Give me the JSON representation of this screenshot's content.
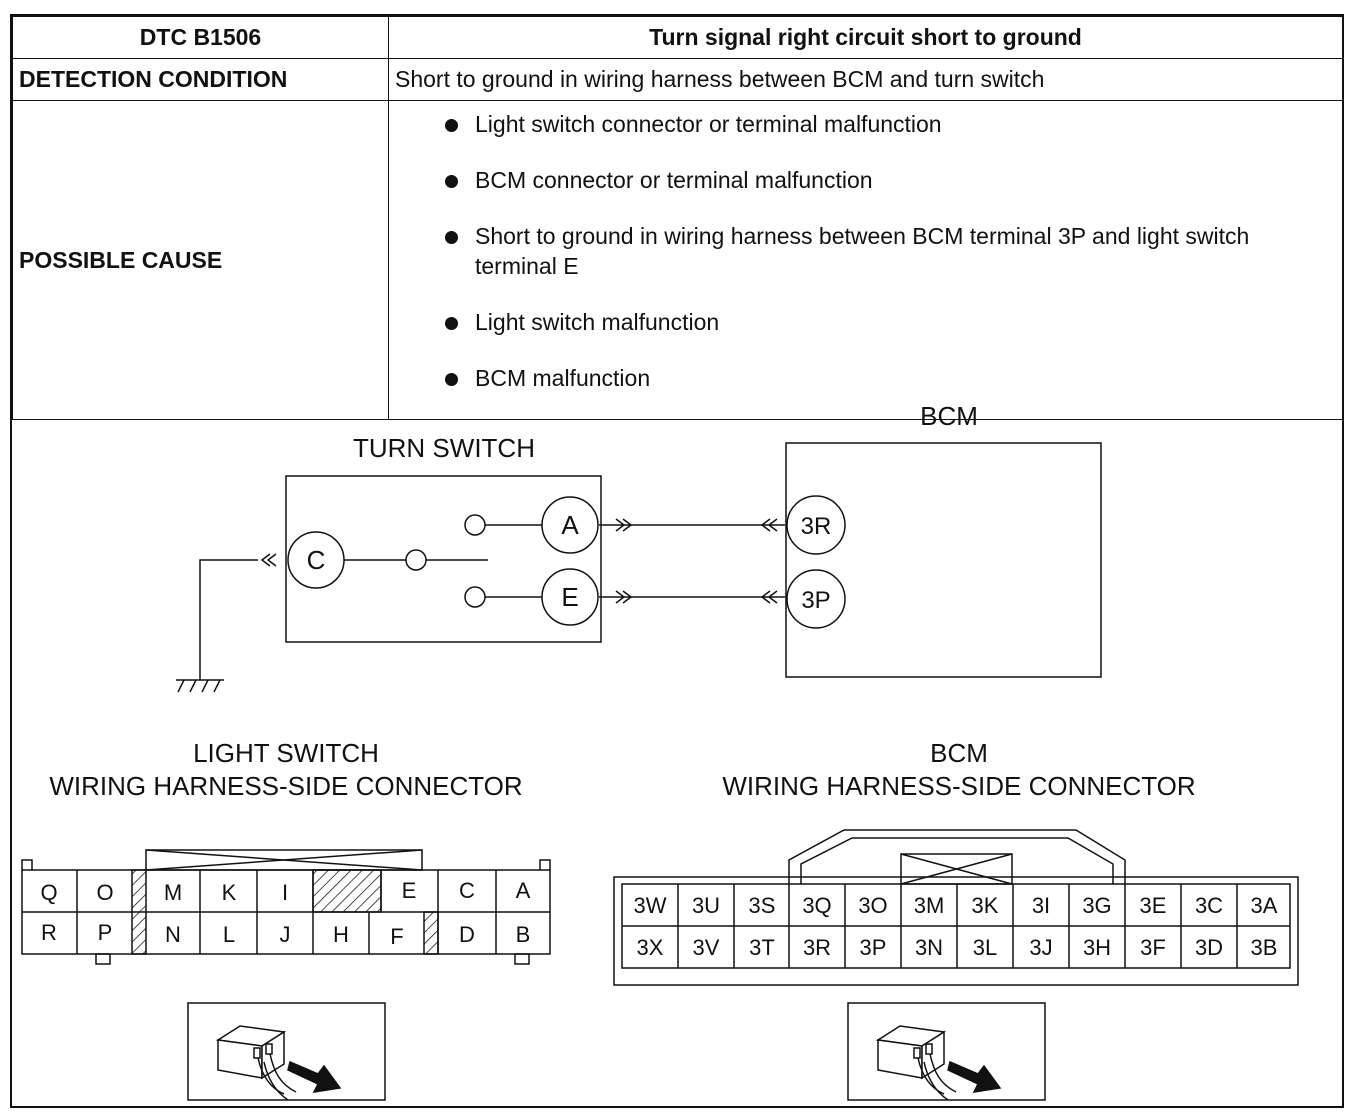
{
  "table": {
    "header_code": "DTC B1506",
    "header_title": "Turn signal right circuit short to ground",
    "detection_label": "DETECTION CONDITION",
    "detection_value": "Short to ground in wiring harness between BCM and turn switch",
    "cause_label": "POSSIBLE CAUSE",
    "causes": [
      "Light switch connector or terminal malfunction",
      "BCM connector or terminal malfunction",
      "Short to ground in wiring harness between BCM terminal 3P and light switch terminal E",
      "Light switch malfunction",
      "BCM malfunction"
    ]
  },
  "diagram": {
    "turn_switch_label": "TURN SWITCH",
    "bcm_label": "BCM",
    "switch_terminals": [
      "C",
      "A",
      "E"
    ],
    "bcm_terminals": [
      "3R",
      "3P"
    ],
    "light_connector_title_1": "LIGHT SWITCH",
    "light_connector_title_2": "WIRING HARNESS-SIDE CONNECTOR",
    "bcm_connector_title_1": "BCM",
    "bcm_connector_title_2": "WIRING HARNESS-SIDE CONNECTOR",
    "light_connector_top": [
      "Q",
      "O",
      "M",
      "K",
      "I",
      "E",
      "C",
      "A"
    ],
    "light_connector_bottom": [
      "R",
      "P",
      "N",
      "L",
      "J",
      "H",
      "F",
      "D",
      "B"
    ],
    "bcm_connector_top": [
      "3W",
      "3U",
      "3S",
      "3Q",
      "3O",
      "3M",
      "3K",
      "3I",
      "3G",
      "3E",
      "3C",
      "3A"
    ],
    "bcm_connector_bottom": [
      "3X",
      "3V",
      "3T",
      "3R",
      "3P",
      "3N",
      "3L",
      "3J",
      "3H",
      "3F",
      "3D",
      "3B"
    ]
  }
}
